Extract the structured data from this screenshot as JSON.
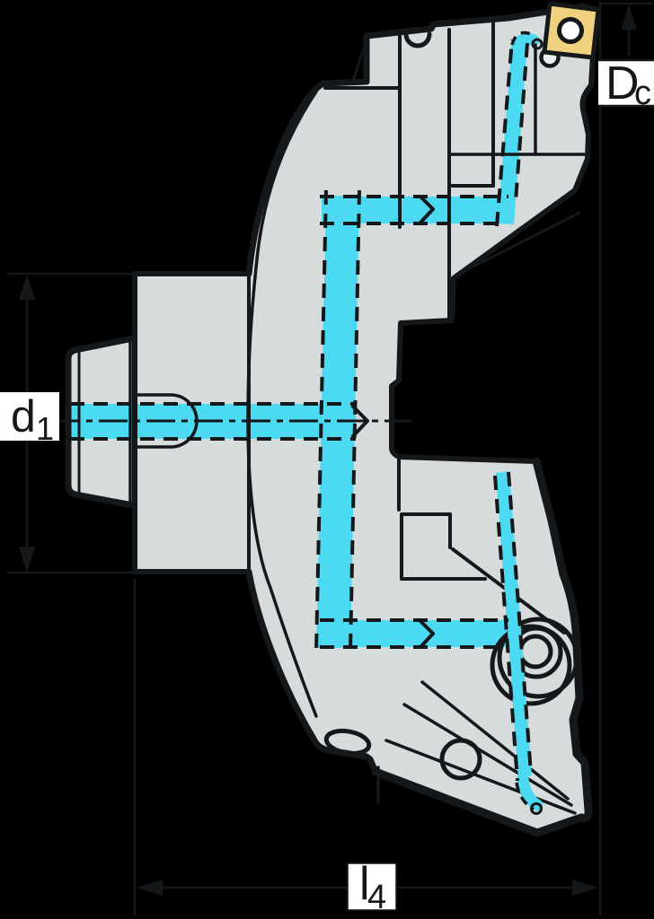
{
  "figure": {
    "type": "technical-drawing",
    "subject": "Tool holder cross-section with internal coolant channels",
    "colors": {
      "background": "#000000",
      "body": "#d6dbdb",
      "line": "#15181b",
      "coolant": "#4cd9f2",
      "insert": "#f0d17e",
      "label_bg": "#ffffff"
    }
  },
  "dimensions": {
    "d1": {
      "base": "d",
      "sub": "1"
    },
    "Dc": {
      "base": "D",
      "sub": "c"
    },
    "l4": {
      "base": "l",
      "sub": "4"
    }
  }
}
